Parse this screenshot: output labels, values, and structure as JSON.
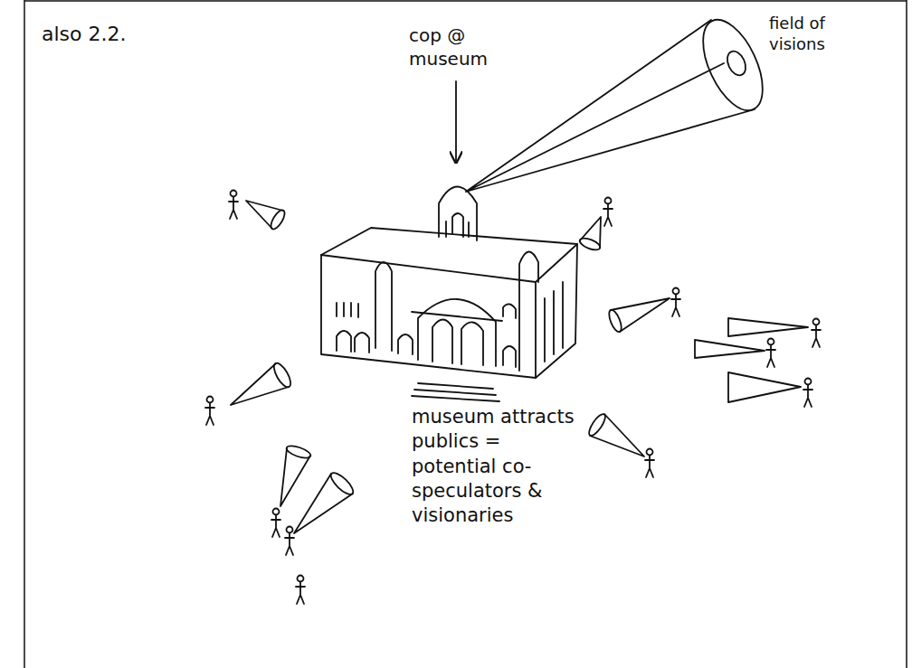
{
  "diagram": {
    "labels": [
      "also 2.2.",
      "cop @ museum",
      "field of visions",
      "museum attracts publics = potential co-speculators & visionaries"
    ]
  }
}
